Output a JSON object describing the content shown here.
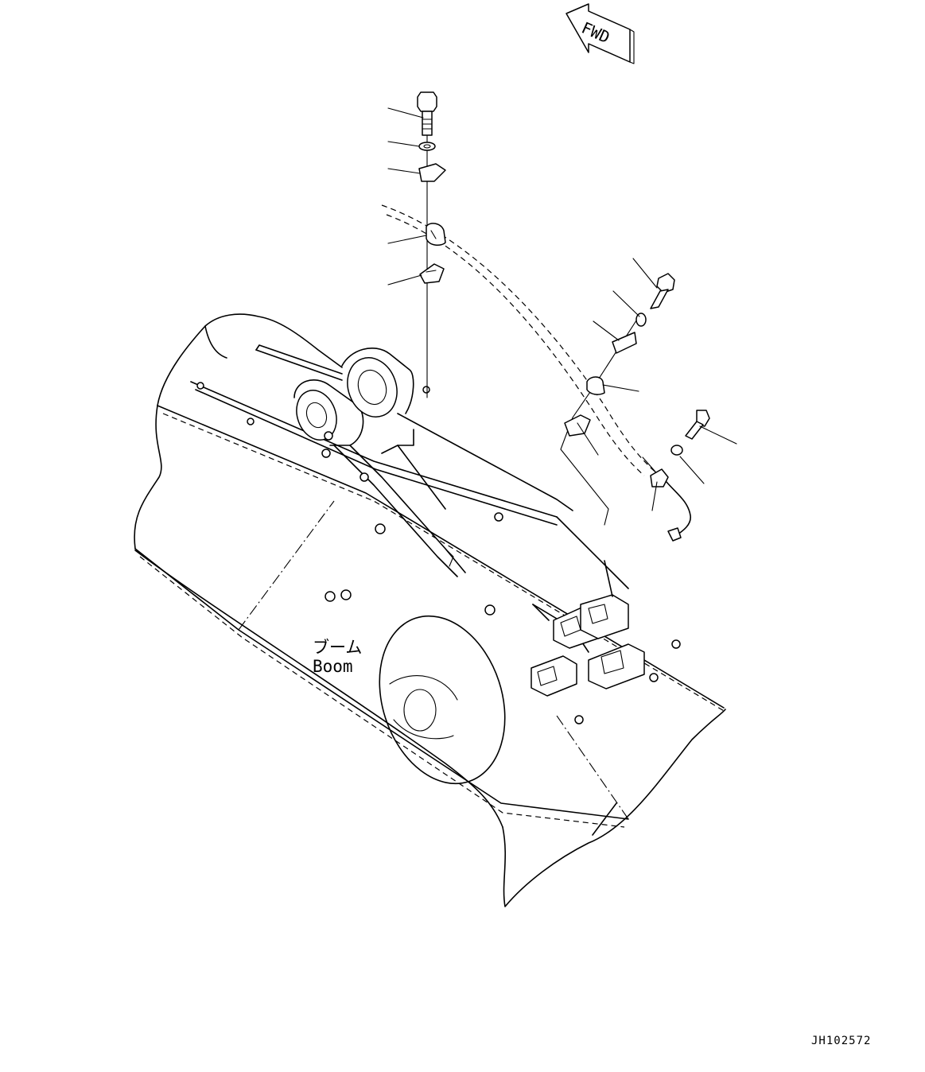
{
  "diagram": {
    "direction_arrow_text": "FWD",
    "component_label_jp": "ブーム",
    "component_label_en": "Boom",
    "drawing_number": "JH102572"
  }
}
